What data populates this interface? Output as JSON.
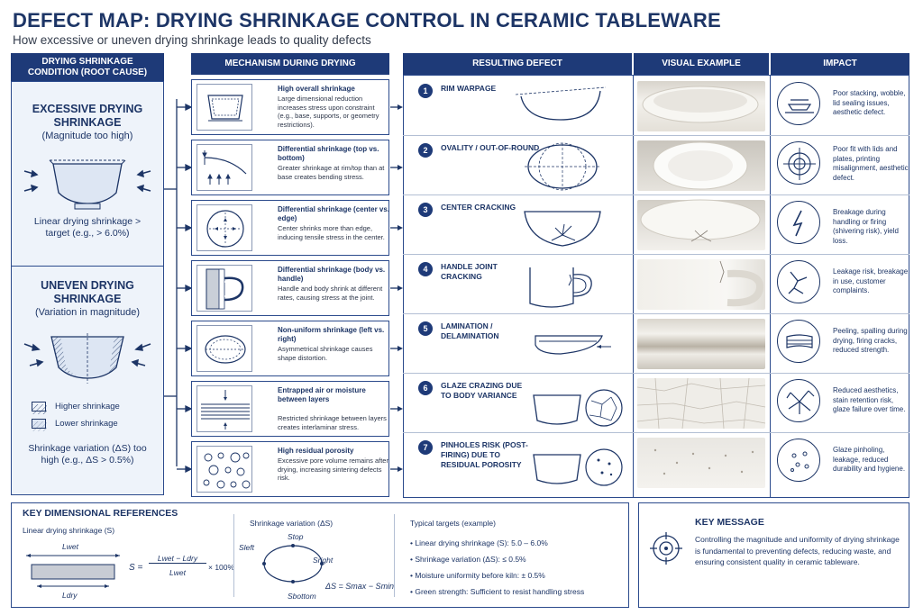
{
  "title": "DEFECT MAP: DRYING SHRINKAGE CONTROL IN CERAMIC TABLEWARE",
  "subtitle": "How excessive or uneven drying shrinkage leads to quality defects",
  "headers": {
    "condition": "DRYING SHRINKAGE CONDITION (ROOT CAUSE)",
    "mechanism": "MECHANISM DURING DRYING",
    "defect": "RESULTING DEFECT",
    "visual": "VISUAL EXAMPLE",
    "impact": "IMPACT"
  },
  "conditions": [
    {
      "title": "EXCESSIVE DRYING SHRINKAGE",
      "subtitle": "(Magnitude too high)",
      "text": "Linear drying shrinkage > target (e.g., > 6.0%)"
    },
    {
      "title": "UNEVEN DRYING SHRINKAGE",
      "subtitle": "(Variation in magnitude)",
      "legend_high": "Higher shrinkage",
      "legend_low": "Lower shrinkage",
      "text": "Shrinkage variation (ΔS) too high (e.g., ΔS > 0.5%)"
    }
  ],
  "mechanisms": [
    {
      "title": "High overall shrinkage",
      "desc": "Large dimensional reduction increases stress upon constraint (e.g., base, supports, or geometry restrictions)."
    },
    {
      "title": "Differential shrinkage (top vs. bottom)",
      "desc": "Greater shrinkage at rim/top than at base creates bending stress."
    },
    {
      "title": "Differential shrinkage (center vs. edge)",
      "desc": "Center shrinks more than edge, inducing tensile stress in the center."
    },
    {
      "title": "Differential shrinkage (body vs. handle)",
      "desc": "Handle and body shrink at different rates, causing stress at the joint."
    },
    {
      "title": "Non-uniform shrinkage (left vs. right)",
      "desc": "Asymmetrical shrinkage causes shape distortion."
    },
    {
      "title": "Entrapped air or moisture between layers",
      "desc": "Restricted shrinkage between layers creates interlaminar stress."
    },
    {
      "title": "High residual porosity",
      "desc": "Excessive pore volume remains after drying, increasing sintering defects risk."
    }
  ],
  "defects": [
    {
      "num": "1",
      "name": "RIM WARPAGE",
      "impact": "Poor stacking, wobble, lid sealing issues, aesthetic defect."
    },
    {
      "num": "2",
      "name": "OVALITY / OUT-OF-ROUND",
      "impact": "Poor fit with lids and plates, printing misalignment, aesthetic defect."
    },
    {
      "num": "3",
      "name": "CENTER CRACKING",
      "impact": "Breakage during handling or firing (shivering risk), yield loss."
    },
    {
      "num": "4",
      "name": "HANDLE JOINT CRACKING",
      "impact": "Leakage risk, breakage in use, customer complaints."
    },
    {
      "num": "5",
      "name": "LAMINATION / DELAMINATION",
      "impact": "Peeling, spalling during drying, firing cracks, reduced strength."
    },
    {
      "num": "6",
      "name": "GLAZE CRAZING DUE TO BODY VARIANCE",
      "impact": "Reduced aesthetics, stain retention risk, glaze failure over time."
    },
    {
      "num": "7",
      "name": "PINHOLES RISK (POST-FIRING) DUE TO RESIDUAL POROSITY",
      "impact": "Glaze pinholing, leakage, reduced durability and hygiene."
    }
  ],
  "references": {
    "title": "KEY DIMENSIONAL REFERENCES",
    "linear_label": "Linear drying shrinkage (S)",
    "l_wet": "Lwet",
    "l_dry": "Ldry",
    "formula_lhs": "S =",
    "formula_num": "Lwet − Ldry",
    "formula_den": "Lwet",
    "formula_tail": "× 100%",
    "variation_label": "Shrinkage variation (ΔS)",
    "s_top": "Stop",
    "s_left": "Sleft",
    "s_right": "Sright",
    "s_bottom": "Sbottom",
    "delta_formula": "ΔS = Smax − Smin",
    "targets_title": "Typical targets (example)",
    "targets": [
      "Linear drying shrinkage (S):  5.0 – 6.0%",
      "Shrinkage variation (ΔS):  ≤ 0.5%",
      "Moisture uniformity before kiln:  ± 0.5%",
      "Green strength: Sufficient to resist handling stress"
    ]
  },
  "key_message": {
    "title": "KEY MESSAGE",
    "text": "Controlling the magnitude and uniformity of drying shrinkage is fundamental to preventing defects, reducing waste, and ensuring consistent quality in ceramic tableware."
  },
  "icons": {
    "impact": [
      "stack-icon",
      "target-icon",
      "lightning-crack-icon",
      "crack-icon",
      "layers-icon",
      "crazing-icon",
      "pinhole-icon"
    ],
    "key_message": "crosshair-icon"
  },
  "colors": {
    "navy": "#1e3a78",
    "panel_bg": "#eef3fa",
    "border": "#2b4a8c"
  }
}
